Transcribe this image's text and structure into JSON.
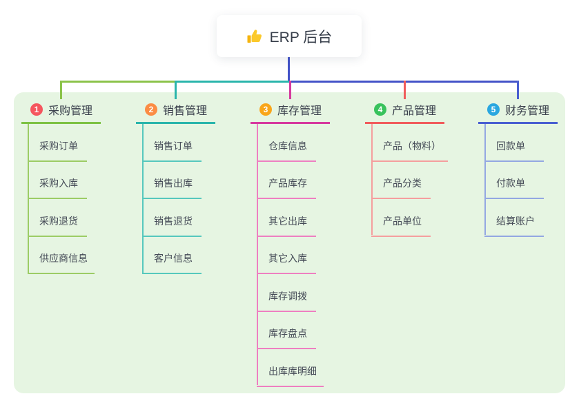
{
  "root": {
    "label": "ERP 后台",
    "icon": "thumbs-up-icon",
    "line_color": "#4353c8"
  },
  "panel_color": "#e6f5e2",
  "branches": [
    {
      "badge": "1",
      "label": "采购管理",
      "badge_color": "#f5565e",
      "line_color": "#7dc243",
      "child_line_color": "#9ccc65",
      "connector_color": "#8bc34a",
      "children": [
        "采购订单",
        "采购入库",
        "采购退货",
        "供应商信息"
      ]
    },
    {
      "badge": "2",
      "label": "销售管理",
      "badge_color": "#fb8c44",
      "line_color": "#2ab5ab",
      "child_line_color": "#56c8bd",
      "connector_color": "#2ab5ab",
      "children": [
        "销售订单",
        "销售出库",
        "销售退货",
        "客户信息"
      ]
    },
    {
      "badge": "3",
      "label": "库存管理",
      "badge_color": "#f9a61a",
      "line_color": "#d6399e",
      "child_line_color": "#ee7fc1",
      "connector_color": "#d6399e",
      "children": [
        "仓库信息",
        "产品库存",
        "其它出库",
        "其它入库",
        "库存调拨",
        "库存盘点",
        "出库库明细"
      ]
    },
    {
      "badge": "4",
      "label": "产品管理",
      "badge_color": "#38c25c",
      "line_color": "#f05c5c",
      "child_line_color": "#f59e9e",
      "connector_color": "#f05c5c",
      "children": [
        "产品（物料）",
        "产品分类",
        "产品单位"
      ]
    },
    {
      "badge": "5",
      "label": "财务管理",
      "badge_color": "#2aa7e0",
      "line_color": "#4a5fd1",
      "child_line_color": "#93a7e2",
      "connector_color": "#4a5fd1",
      "children": [
        "回款单",
        "付款单",
        "结算账户"
      ]
    }
  ]
}
